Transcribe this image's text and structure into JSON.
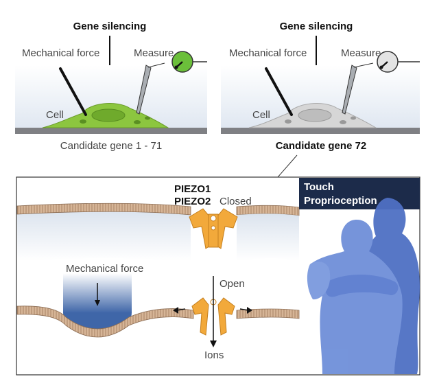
{
  "panels": [
    {
      "heading": "Gene silencing",
      "force_label": "Mechanical force",
      "measure_label": "Measure",
      "cell_label": "Cell",
      "caption": "Candidate gene 1 - 71",
      "response": "active"
    },
    {
      "heading": "Gene silencing",
      "force_label": "Mechanical force",
      "measure_label": "Measure",
      "cell_label": "Cell",
      "caption": "Candidate gene 72",
      "response": "none"
    }
  ],
  "detail": {
    "channel_names": [
      "PIEZO1",
      "PIEZO2"
    ],
    "closed_label": "Closed",
    "force_label": "Mechanical force",
    "open_label": "Open",
    "ions_label": "Ions"
  },
  "functions": {
    "touch_label": "Touch",
    "proprioception_label": "Proprioception"
  },
  "colors": {
    "cell_active": "#8cc63f",
    "cell_inactive": "#d3d3d3",
    "channel": "#f2a93b",
    "membrane": "#c9a98a",
    "banner": "#1c2b4a",
    "figures": "#5b7fcb",
    "gauge_active": "#6bbf3a"
  }
}
